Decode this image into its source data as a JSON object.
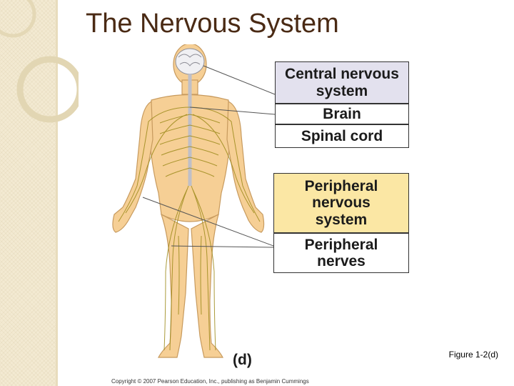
{
  "slide": {
    "title": "The Nervous System",
    "figure_caption": "Figure 1-2(d)",
    "panel_label": "(d)",
    "copyright": "Copyright © 2007 Pearson Education, Inc., publishing as Benjamin Cummings"
  },
  "labels": {
    "cns": "Central nervous\nsystem",
    "brain": "Brain",
    "spinal_cord": "Spinal cord",
    "pns": "Peripheral\nnervous\nsystem",
    "peripheral_nerves": "Peripheral\nnerves"
  },
  "colors": {
    "title": "#4a2a14",
    "cns_fill": "#e3e1ee",
    "pns_fill": "#fbe7a4",
    "skin": "#f6cf95",
    "nerve": "#9c8a1a",
    "left_strip": "#f3ead2"
  }
}
